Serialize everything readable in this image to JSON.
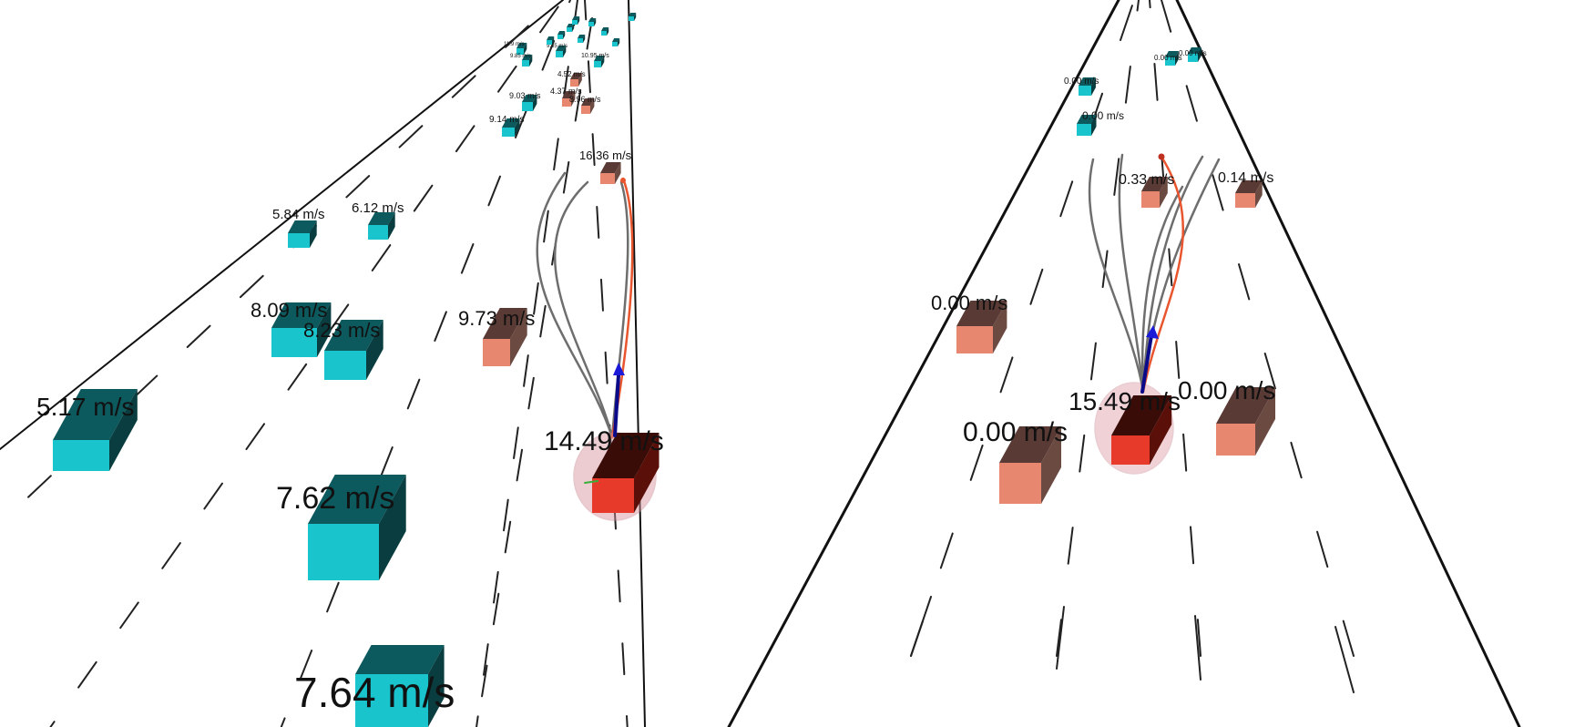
{
  "colors": {
    "background": "#ffffff",
    "road_line": "#111111",
    "lane_dash": "#222222",
    "fast_vehicle_front": "#19c4cc",
    "fast_vehicle_top": "#0d5a5e",
    "fast_vehicle_side": "#0a3d40",
    "near_vehicle_front": "#e8876f",
    "near_vehicle_top": "#5a3a34",
    "near_vehicle_side": "#6b4a42",
    "ego_vehicle_front": "#e83a2a",
    "ego_vehicle_top": "#3a0c08",
    "ego_bubble": "#d98f9a",
    "heading_arrow": "#0a0a8a",
    "candidate_path": "#6e6e6e",
    "selected_path": "#e8552e"
  },
  "left_view": {
    "vehicles": [
      {
        "speed": "7.64 m/s",
        "kind": "fast"
      },
      {
        "speed": "7.62 m/s",
        "kind": "fast"
      },
      {
        "speed": "5.17 m/s",
        "kind": "fast"
      },
      {
        "speed": "8.09 m/s",
        "kind": "fast"
      },
      {
        "speed": "8.23 m/s",
        "kind": "fast"
      },
      {
        "speed": "5.84 m/s",
        "kind": "fast"
      },
      {
        "speed": "6.12 m/s",
        "kind": "fast"
      },
      {
        "speed": "9.73 m/s",
        "kind": "near"
      },
      {
        "speed": "16.36 m/s",
        "kind": "near"
      },
      {
        "speed": "9.14 m/s",
        "kind": "fast"
      },
      {
        "speed": "9.03 m/s",
        "kind": "fast"
      },
      {
        "speed": "4.37 m/s",
        "kind": "near"
      },
      {
        "speed": "8.96 m/s",
        "kind": "near"
      },
      {
        "speed": "4.52 m/s",
        "kind": "near"
      },
      {
        "speed": "10.95 m/s",
        "kind": "fast"
      },
      {
        "speed": "11.9 m/s",
        "kind": "fast"
      },
      {
        "speed": "9.85 m/s",
        "kind": "fast"
      },
      {
        "speed": "9.55 m/s",
        "kind": "fast"
      }
    ],
    "ego": {
      "speed": "14.49 m/s"
    }
  },
  "right_view": {
    "vehicles": [
      {
        "speed": "0.00 m/s",
        "kind": "near"
      },
      {
        "speed": "0.00 m/s",
        "kind": "near"
      },
      {
        "speed": "0.00 m/s",
        "kind": "near"
      },
      {
        "speed": "0.33 m/s",
        "kind": "near"
      },
      {
        "speed": "0.14 m/s",
        "kind": "near"
      },
      {
        "speed": "0.00 m/s",
        "kind": "fast"
      },
      {
        "speed": "0.00 m/s",
        "kind": "fast"
      },
      {
        "speed": "0.00 m/s",
        "kind": "fast"
      },
      {
        "speed": "0.00 m/s",
        "kind": "fast"
      }
    ],
    "ego": {
      "speed": "15.49 m/s"
    }
  }
}
